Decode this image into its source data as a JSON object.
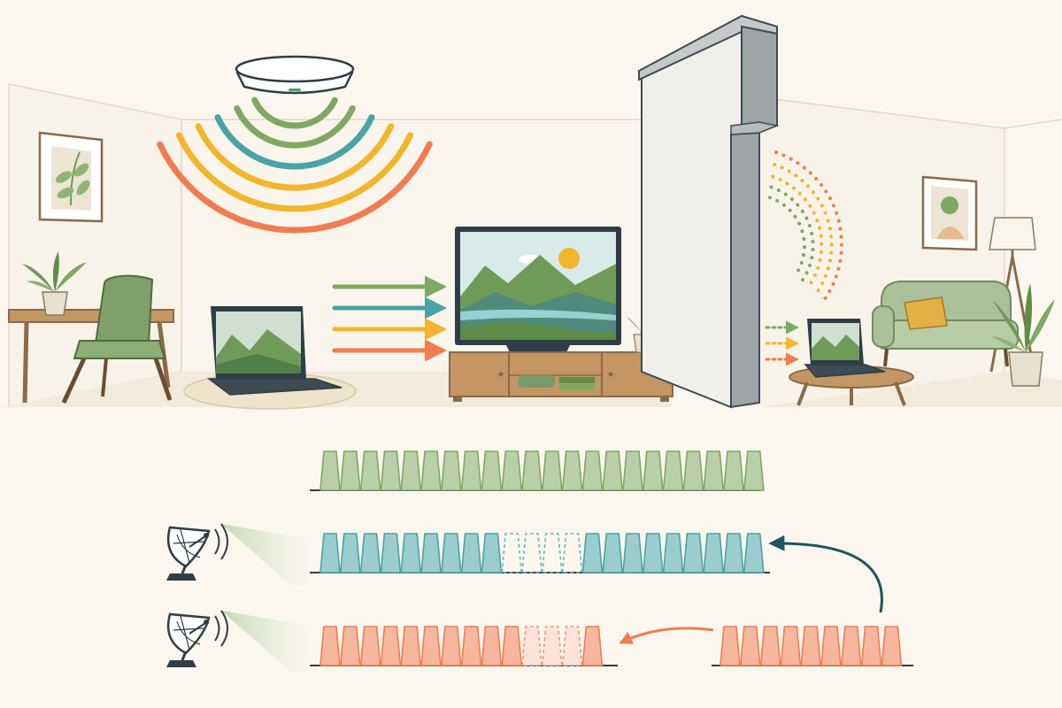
{
  "scene": {
    "background": "#fbf7ef",
    "wall_color": "#f7f2e8",
    "floor_color": "#f1e9da"
  },
  "colors": {
    "green": "#7fa862",
    "teal": "#4aa3a6",
    "yellow": "#f2b52c",
    "orange": "#f07c4f",
    "dark": "#2f3e46",
    "wood": "#b98a55",
    "plant": "#6f9a58"
  },
  "icons": {
    "access_point": "ceiling-access-point-icon",
    "wall": "partition-wall-icon",
    "satellite": "satellite-dish-icon",
    "tv": "television-icon",
    "laptop": "laptop-icon"
  },
  "signal_arcs": [
    "green",
    "green",
    "teal",
    "yellow",
    "yellow",
    "orange"
  ],
  "tv_arrows": [
    "green",
    "teal",
    "yellow",
    "orange"
  ],
  "weak_arrows": [
    "green",
    "yellow",
    "orange"
  ],
  "dotted_arcs": [
    "green",
    "green",
    "yellow",
    "yellow",
    "orange"
  ],
  "packet_rows": [
    {
      "name": "clean-stream",
      "color": "green",
      "lost": []
    },
    {
      "name": "teal-stream",
      "color": "teal",
      "lost": [
        9,
        10,
        11,
        12
      ]
    },
    {
      "name": "orange-stream",
      "color": "orange",
      "lost": [
        10,
        11,
        12
      ]
    }
  ]
}
